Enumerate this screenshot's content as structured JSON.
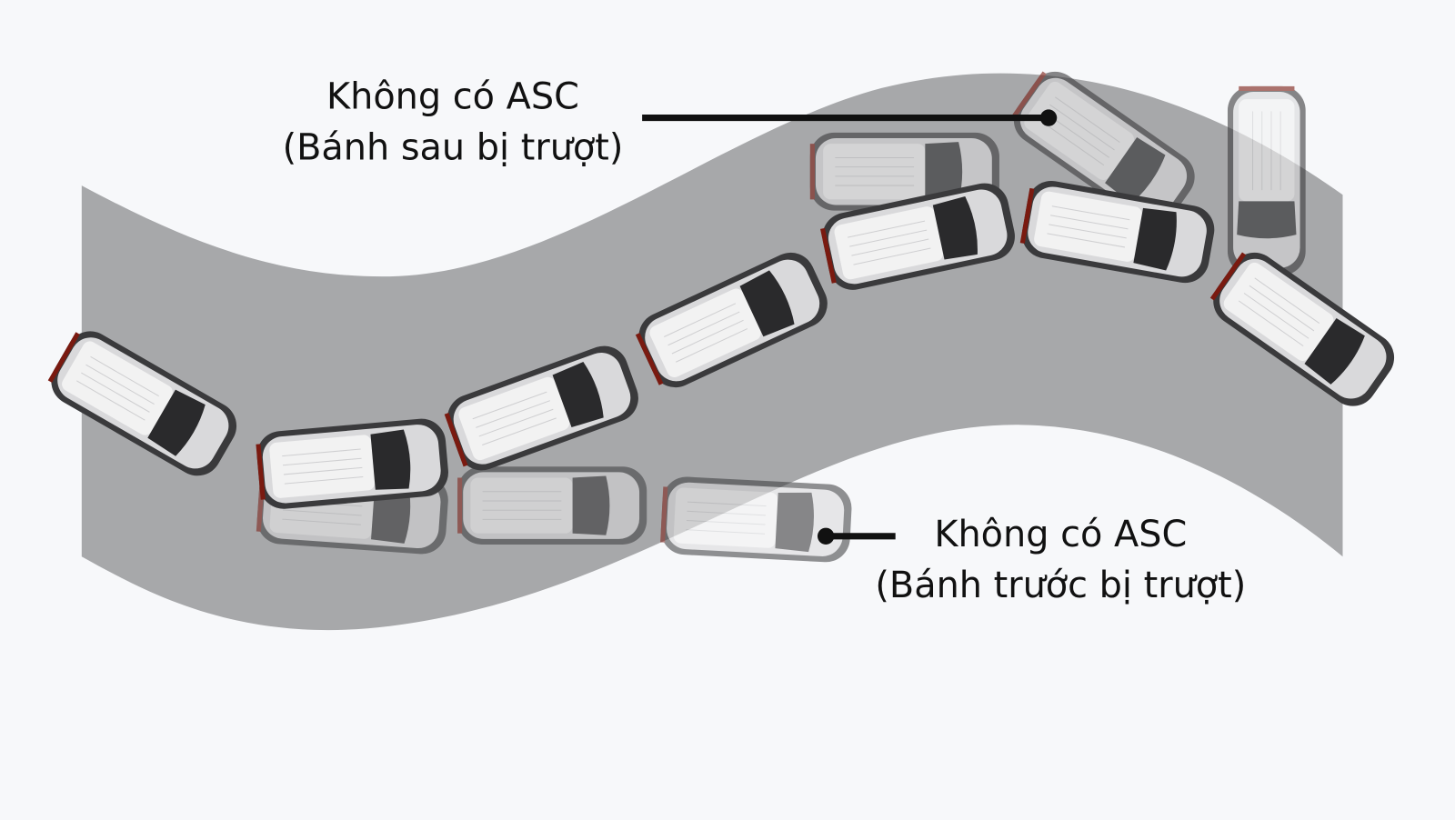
{
  "labels": {
    "rear_slip": {
      "line1": "Không có ASC",
      "line2": "(Bánh sau bị trượt)"
    },
    "front_slip": {
      "line1": "Không có ASC",
      "line2": "(Bánh trước bị trượt)"
    }
  },
  "colors": {
    "background": "#f7f8fa",
    "road": "#a7a8aa",
    "callout": "#111111"
  }
}
